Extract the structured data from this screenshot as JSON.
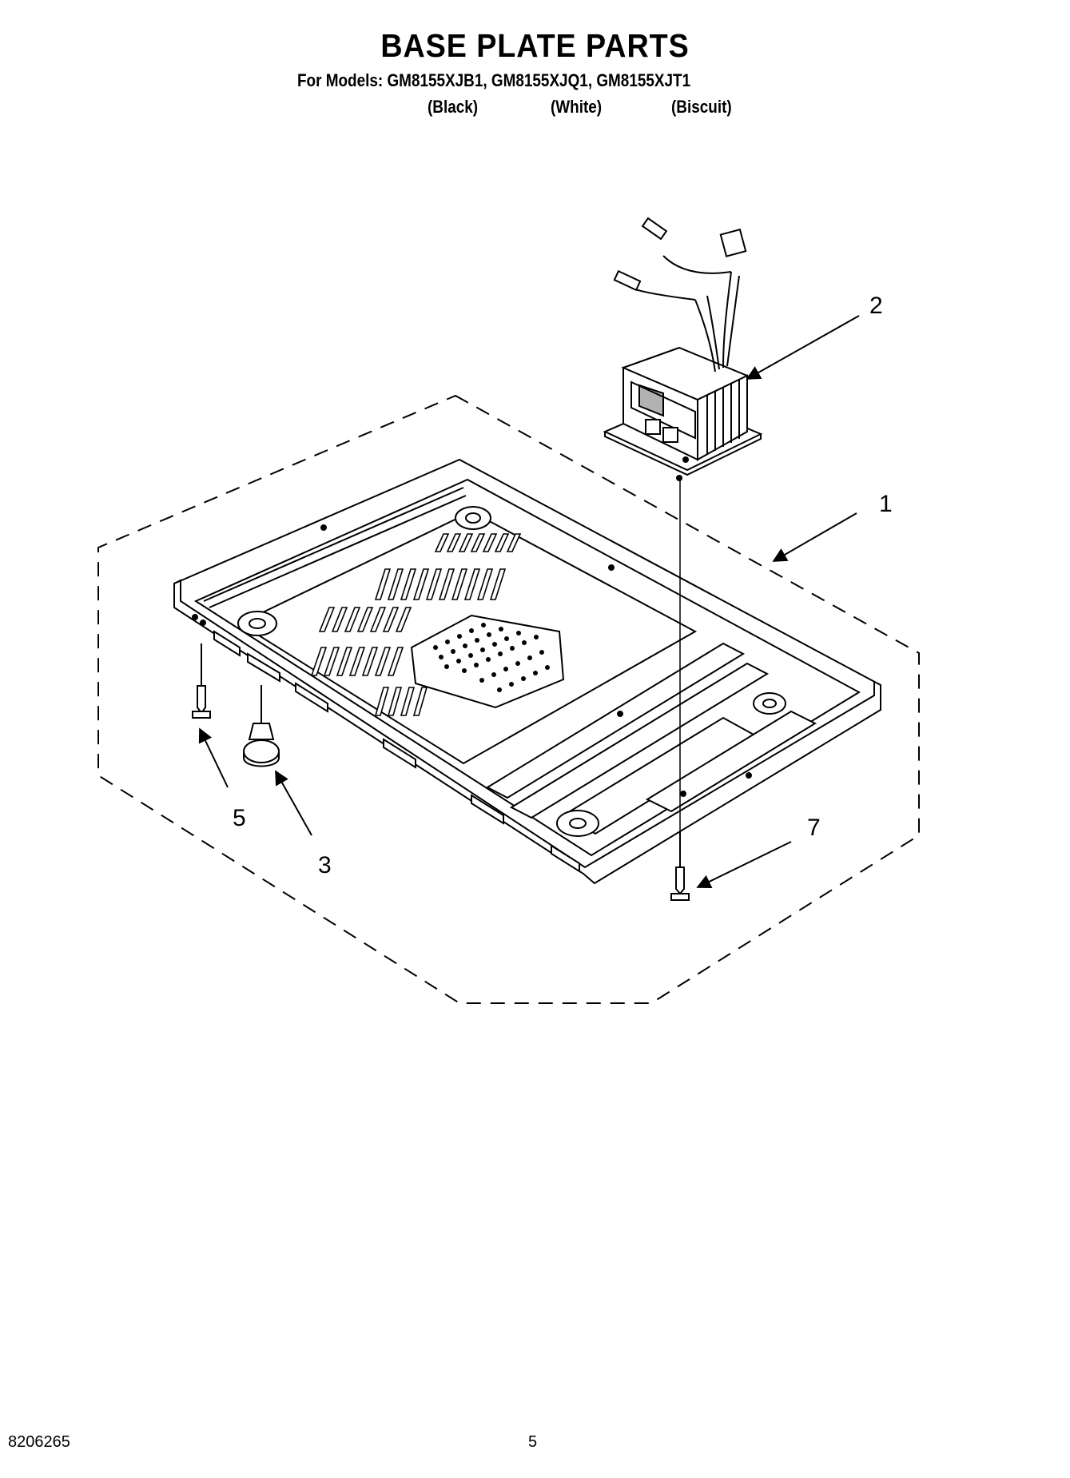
{
  "header": {
    "title": "BASE PLATE PARTS",
    "models": "For Models: GM8155XJB1, GM8155XJQ1, GM8155XJT1",
    "colors": [
      "(Black)",
      "(White)",
      "(Biscuit)"
    ]
  },
  "callouts": {
    "plate": "1",
    "transformer": "2",
    "foot": "3",
    "screw_left": "5",
    "screw_right": "7"
  },
  "footer": {
    "document_number": "8206265",
    "page_number": "5"
  }
}
